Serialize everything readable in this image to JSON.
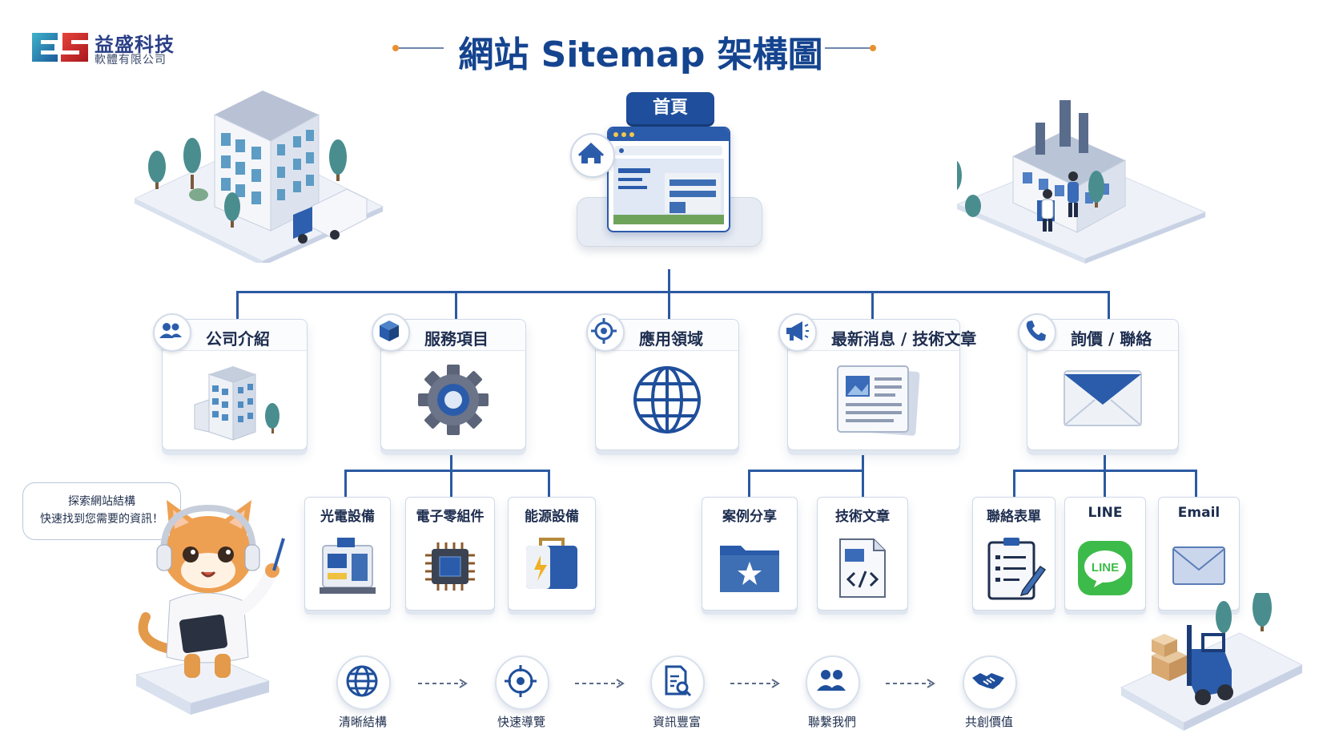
{
  "brand": {
    "name": "益盛科技",
    "subname": "軟體有限公司",
    "mark_letters": "ES"
  },
  "title": "網站 Sitemap 架構圖",
  "home": {
    "label": "首頁",
    "icon": "home-icon"
  },
  "categories": [
    {
      "label": "公司介紹",
      "icon": "users-icon",
      "illustration": "office-building-icon",
      "children": []
    },
    {
      "label": "服務項目",
      "icon": "cube-icon",
      "illustration": "gear-icon",
      "children": [
        {
          "label": "光電設備",
          "icon": "optoelectronic-machine-icon"
        },
        {
          "label": "電子零組件",
          "icon": "microchip-icon"
        },
        {
          "label": "能源設備",
          "icon": "battery-icon"
        }
      ]
    },
    {
      "label": "應用領域",
      "icon": "target-icon",
      "illustration": "globe-icon",
      "children": []
    },
    {
      "label": "最新消息 / 技術文章",
      "icon": "megaphone-icon",
      "illustration": "newspaper-icon",
      "children": [
        {
          "label": "案例分享",
          "icon": "folder-star-icon"
        },
        {
          "label": "技術文章",
          "icon": "code-document-icon"
        }
      ]
    },
    {
      "label": "詢價 / 聯絡",
      "icon": "phone-icon",
      "illustration": "envelope-icon",
      "children": [
        {
          "label": "聯絡表單",
          "icon": "clipboard-form-icon"
        },
        {
          "label": "LINE",
          "icon": "line-app-icon",
          "badge_text": "LINE"
        },
        {
          "label": "Email",
          "icon": "mail-icon"
        }
      ]
    }
  ],
  "mascot": {
    "bubble_line1": "探索網站結構",
    "bubble_line2": "快速找到您需要的資訊！",
    "icon": "cat-mascot-icon"
  },
  "flow": [
    {
      "label": "清晰結構",
      "icon": "globe-icon"
    },
    {
      "label": "快速導覽",
      "icon": "crosshair-icon"
    },
    {
      "label": "資訊豐富",
      "icon": "document-search-icon"
    },
    {
      "label": "聯繫我們",
      "icon": "people-icon"
    },
    {
      "label": "共創價值",
      "icon": "handshake-icon"
    }
  ],
  "colors": {
    "primary": "#1f4f9c",
    "line": "#2b5aa3",
    "title": "#15448f",
    "accent": "#e8902f",
    "line_green": "#3dbb4a"
  }
}
